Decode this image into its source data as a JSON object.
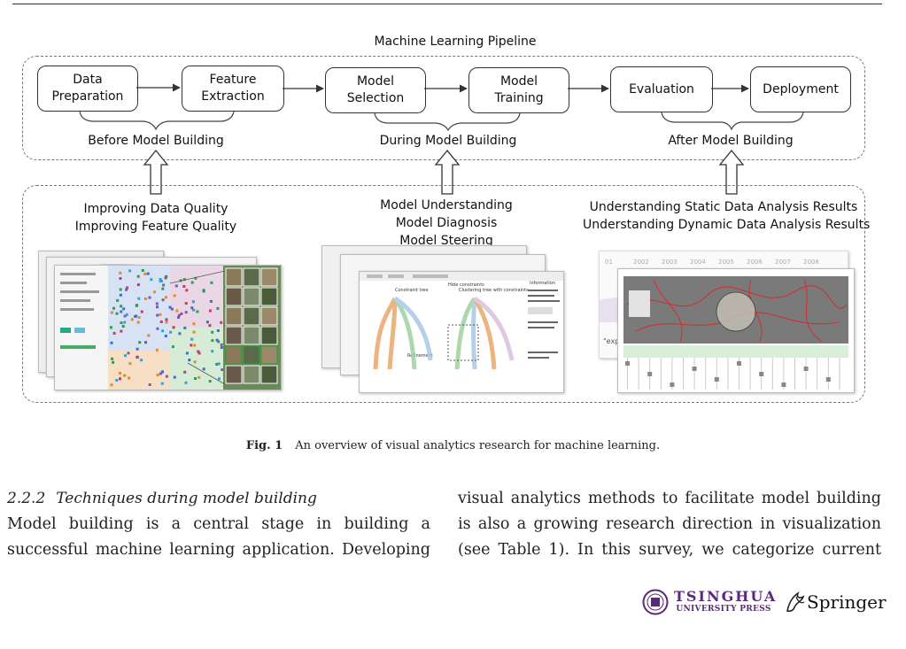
{
  "figure": {
    "pipeline_title": "Machine Learning Pipeline",
    "stages": [
      {
        "line1": "Data",
        "line2": "Preparation"
      },
      {
        "line1": "Feature",
        "line2": "Extraction"
      },
      {
        "line1": "Model",
        "line2": "Selection"
      },
      {
        "line1": "Model",
        "line2": "Training"
      },
      {
        "line1": "Evaluation",
        "line2": ""
      },
      {
        "line1": "Deployment",
        "line2": ""
      }
    ],
    "phases": [
      "Before Model Building",
      "During Model Building",
      "After Model Building"
    ],
    "tasks_before": [
      "Improving Data Quality",
      "Improving Feature Quality"
    ],
    "tasks_during": [
      "Model Understanding",
      "Model Diagnosis",
      "Model Steering"
    ],
    "tasks_after": [
      "Understanding Static Data Analysis Results",
      "Understanding Dynamic Data Analysis Results"
    ],
    "va_title": "Visual Analytics for Machine Learning",
    "years": [
      "01",
      "2002",
      "2003",
      "2004",
      "2005",
      "2006",
      "2007",
      "2008"
    ],
    "exp_snippet": "\"exp",
    "shot_texts": [
      "Constraint tree",
      "Clustering tree with constraints",
      "Hide constraints",
      "Information",
      "Refinement"
    ]
  },
  "caption": {
    "label": "Fig. 1",
    "text": "An overview of visual analytics research for machine learning."
  },
  "section": {
    "number": "2.2.2",
    "title": "Techniques during model building"
  },
  "left_column": [
    "Model building is a central stage in building a",
    "successful machine learning application. Developing"
  ],
  "right_column": [
    "visual analytics methods to facilitate model building",
    "is also a growing research direction in visualization",
    "(see Table 1). In this survey, we categorize current"
  ],
  "footer": {
    "publisher1": "TSINGHUA",
    "publisher1_sub": "UNIVERSITY PRESS",
    "publisher2": "Springer"
  }
}
